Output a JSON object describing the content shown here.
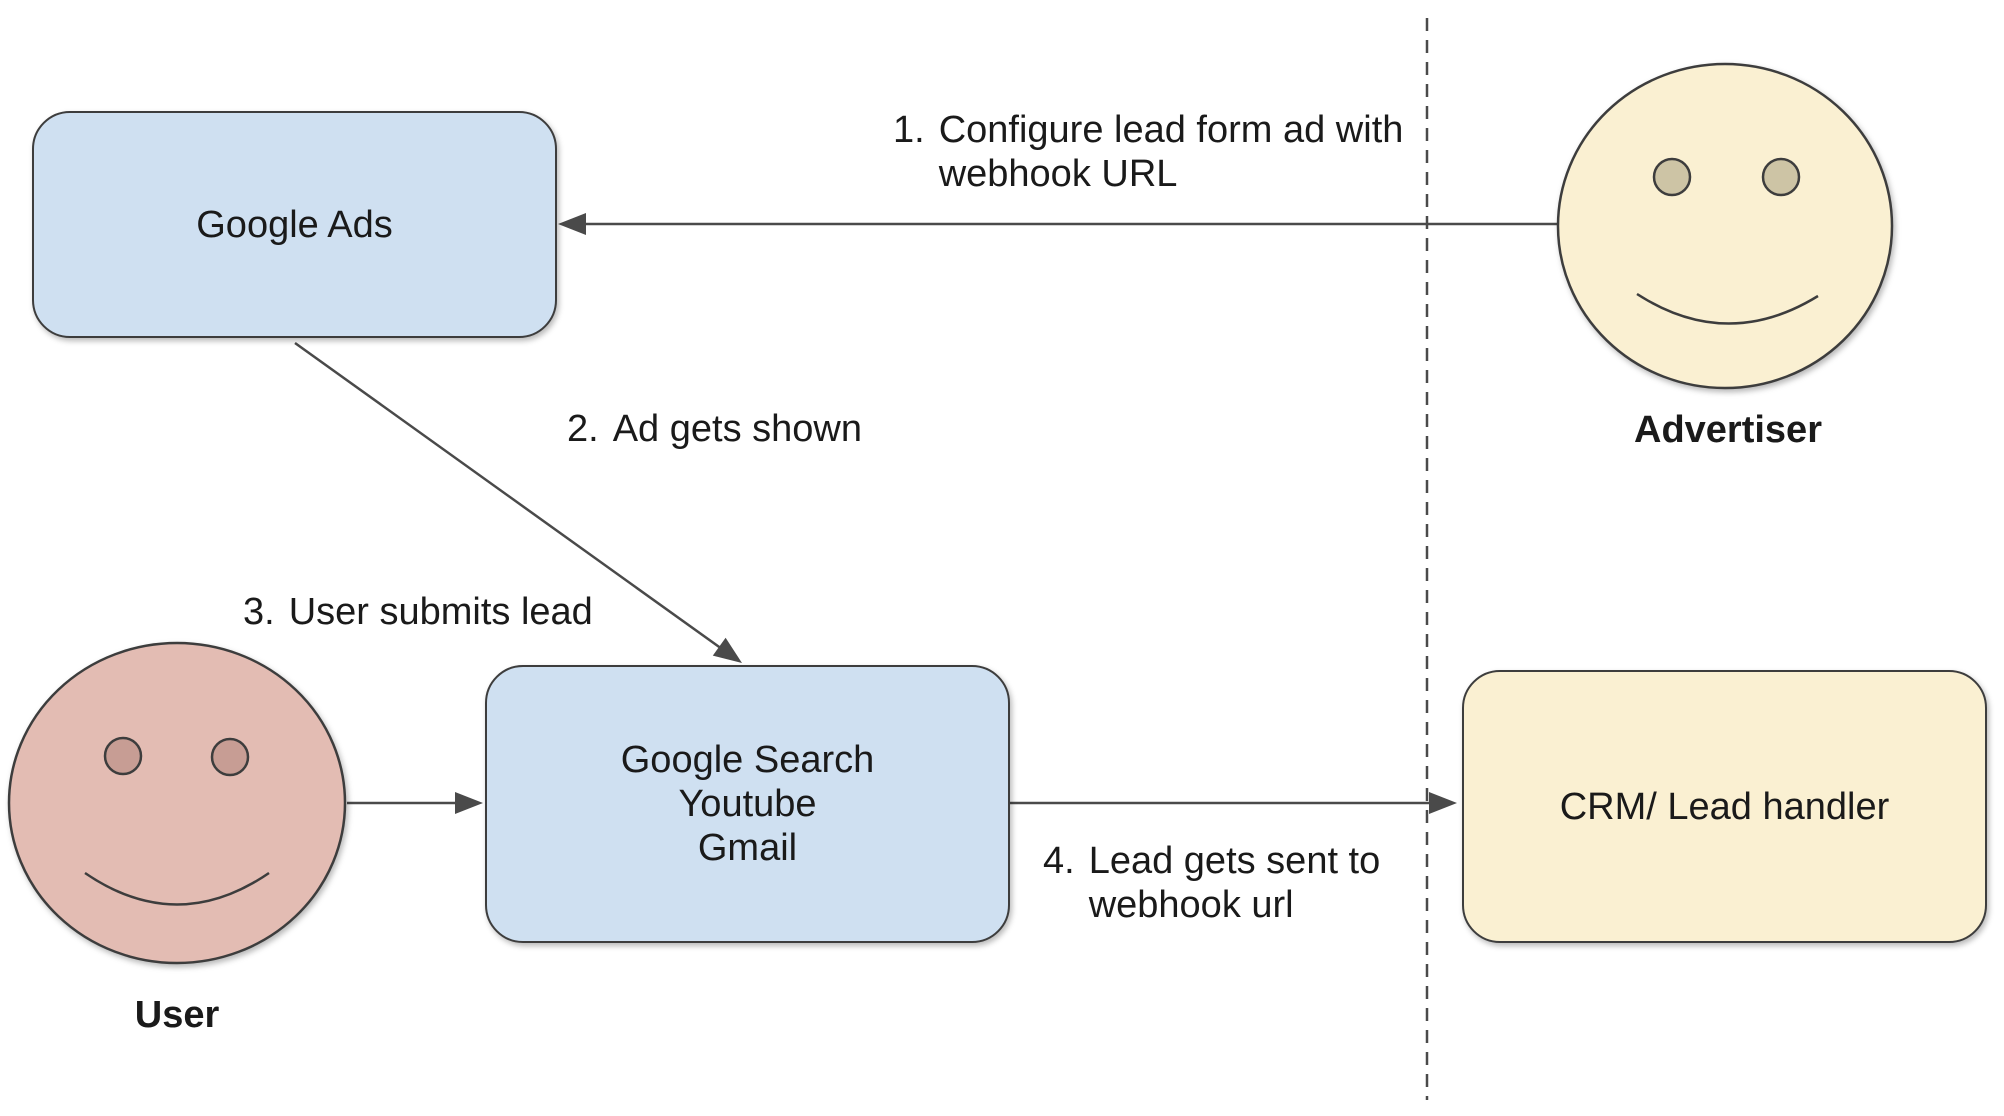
{
  "diagram": {
    "nodes": {
      "google_ads": {
        "label": "Google Ads"
      },
      "platforms": {
        "lines": [
          "Google Search",
          "Youtube",
          "Gmail"
        ]
      },
      "crm": {
        "label": "CRM/ Lead handler"
      },
      "advertiser": {
        "label": "Advertiser"
      },
      "user": {
        "label": "User"
      }
    },
    "steps": [
      {
        "num": "1.",
        "lines": [
          "Configure lead form ad with",
          "webhook URL"
        ]
      },
      {
        "num": "2.",
        "lines": [
          "Ad gets shown"
        ]
      },
      {
        "num": "3.",
        "lines": [
          "User submits lead"
        ]
      },
      {
        "num": "4.",
        "lines": [
          "Lead gets sent to",
          "webhook url"
        ]
      }
    ],
    "colors": {
      "node_blue_fill": "#cfe0f1",
      "node_yellow_fill": "#faf0d2",
      "user_face_fill": "#e3bcb3",
      "user_eye_fill": "#c79d94",
      "advertiser_eye_fill": "#cdc4a5",
      "shape_border": "#3d3d3d",
      "arrow_stroke": "#4a4a4a",
      "text": "#1a1a1a",
      "background": "#ffffff"
    }
  }
}
